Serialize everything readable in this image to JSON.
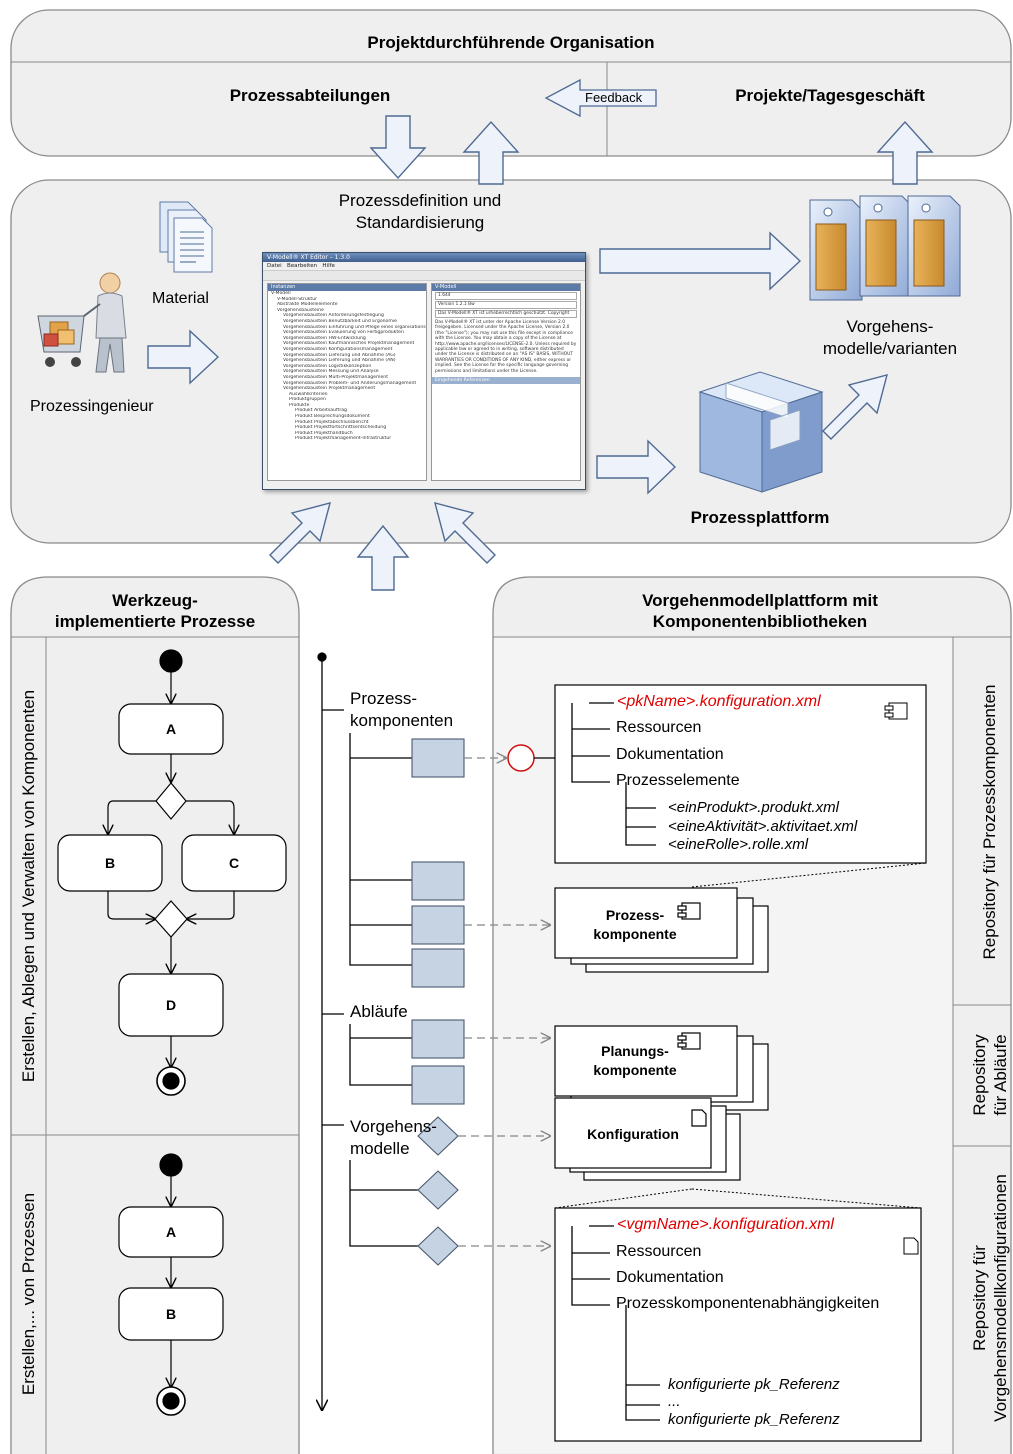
{
  "header": {
    "org_title": "Projektdurchführende Organisation",
    "left_title": "Prozessabteilungen",
    "right_title": "Projekte/Tagesgeschäft",
    "feedback_label": "Feedback"
  },
  "middle": {
    "definition_line1": "Prozessdefinition und",
    "definition_line2": "Standardisierung",
    "material_label": "Material",
    "engineer_label": "Prozessingenieur",
    "models_line1": "Vorgehens-",
    "models_line2": "modelle/varianten",
    "platform_label": "Prozessplattform"
  },
  "screenshot": {
    "title": "V-Modell® XT Editor – 1.3.0",
    "menu": [
      "Datei",
      "Bearbeiten",
      "Hilfe"
    ],
    "left_header": "Instanzen",
    "tree": [
      "V-Modell",
      "V-Modell-Struktur",
      "Abstrakte Modellelemente",
      "Vorgehensbausteine",
      "Vorgehensbaustein Anforderungsfestlegung",
      "Vorgehensbaustein Benutzbarkeit und Ergonomie",
      "Vorgehensbaustein Einführung und Pflege eines organisationsspez.",
      "Vorgehensbaustein Evaluierung von Fertigprodukten",
      "Vorgehensbaustein HW-Entwicklung",
      "Vorgehensbaustein Kaufmännisches Projektmanagement",
      "Vorgehensbaustein Konfigurationsmanagement",
      "Vorgehensbaustein Lieferung und Abnahme (AG)",
      "Vorgehensbaustein Lieferung und Abnahme (AN)",
      "Vorgehensbaustein Logistikkonzeption",
      "Vorgehensbaustein Messung und Analyse",
      "Vorgehensbaustein Multi-Projektmanagement",
      "Vorgehensbaustein Problem- und Änderungsmanagement",
      "Vorgehensbaustein Projektmanagement",
      "Auswahlkriterien",
      "Produktgruppen",
      "Produkte",
      "Produkt Arbeitsauftrag",
      "Produkt Besprechungsdokument",
      "Produkt Projektabschlussbericht",
      "Produkt Projektfortschrittsentscheidung",
      "Produkt Projekthandbuch",
      "Produkt Projektmanagement-Infrastruktur"
    ],
    "right_header": "V-Modell",
    "fields": [
      "1.644",
      "Version 1.2.1 Bw"
    ],
    "copyright_line": "Das V-Modell® XT ist urheberrechtlich geschützt. Copyright",
    "license_text": "Das V-Modell® XT ist unter der Apache License Version 2.0 freigegeben. Licensed under the Apache License, Version 2.0 (the \"License\"); you may not use this file except in compliance with the License. You may obtain a copy of the License at http://www.apache.org/licenses/LICENSE-2.0. Unless required by applicable law or agreed to in writing, software distributed under the License is distributed on an \"AS IS\" BASIS, WITHOUT WARRANTIES OR CONDITIONS OF ANY KIND, either express or implied. See the License for the specific language governing permissions and limitations under the License.",
    "footer_header": "Eingehende Referenzen"
  },
  "left_panel": {
    "title_line1": "Werkzeug-",
    "title_line2": "implementierte Prozesse",
    "lane1_label": "Erstellen, Ablegen und Verwalten von Komponenten",
    "lane2_label": "Erstellen,... von Prozessen",
    "act_A": "A",
    "act_B": "B",
    "act_C": "C",
    "act_D": "D",
    "act2_A": "A",
    "act2_B": "B"
  },
  "right_panel": {
    "title_line1": "Vorgehenmodellplattform mit",
    "title_line2": "Komponentenbibliotheken",
    "repo1": "Repository für Prozesskomponenten",
    "repo2_line1": "Repository",
    "repo2_line2": "für Abläufe",
    "repo3_line1": "Repository für",
    "repo3_line2": "Vorgehensmodellkonfigurationen"
  },
  "tree_labels": {
    "pk_line1": "Prozess-",
    "pk_line2": "komponenten",
    "ablaeufe": "Abläufe",
    "vm_line1": "Vorgehens-",
    "vm_line2": "modelle"
  },
  "pk_detail": {
    "file": "<pkName>.konfiguration.xml",
    "items": [
      "Ressourcen",
      "Dokumentation",
      "Prozesselemente"
    ],
    "subitems": [
      "<einProdukt>.produkt.xml",
      "<eineAktivität>.aktivitaet.xml",
      "<eineRolle>.rolle.xml"
    ]
  },
  "stacks": {
    "pk_line1": "Prozess-",
    "pk_line2": "komponente",
    "plan_line1": "Planungs-",
    "plan_line2": "komponente",
    "config": "Konfiguration"
  },
  "vgm_detail": {
    "file": "<vgmName>.konfiguration.xml",
    "items": [
      "Ressourcen",
      "Dokumentation",
      "Prozesskomponentenabhängigkeiten"
    ],
    "sub1": "konfigurierte pk_Referenz",
    "ellipsis": "...",
    "sub2": "konfigurierte pk_Referenz"
  },
  "colors": {
    "panel_bg": "#efefef",
    "panel_border": "#8a8a8a",
    "arrow_fill": "#eef3fb",
    "arrow_stroke": "#4f6a93",
    "component_fill": "#c6d3e3",
    "file_red": "#e00000"
  }
}
